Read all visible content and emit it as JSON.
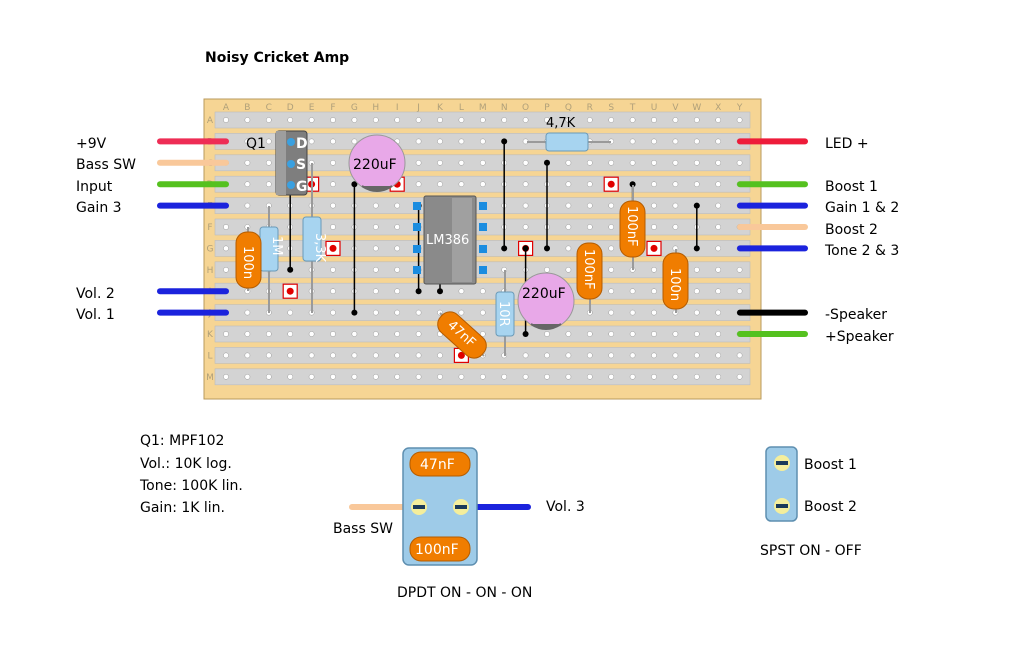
{
  "title": "Noisy Cricket Amp",
  "board": {
    "columns": [
      "A",
      "B",
      "C",
      "D",
      "E",
      "F",
      "G",
      "H",
      "I",
      "J",
      "K",
      "L",
      "M",
      "N",
      "O",
      "P",
      "Q",
      "R",
      "S",
      "T",
      "U",
      "V",
      "W",
      "X",
      "Y"
    ],
    "rows": [
      "A",
      "B",
      "C",
      "D",
      "E",
      "F",
      "G",
      "H",
      "I",
      "J",
      "K",
      "L",
      "M"
    ]
  },
  "left_wires": [
    {
      "label": "+9V",
      "color": "#ee2d55"
    },
    {
      "label": "Bass SW",
      "color": "#f9c89a"
    },
    {
      "label": "Input",
      "color": "#55c11f"
    },
    {
      "label": "Gain 3",
      "color": "#1b23dd"
    },
    {
      "label": "Vol. 2",
      "color": "#1b23dd"
    },
    {
      "label": "Vol. 1",
      "color": "#1b23dd"
    }
  ],
  "right_wires": [
    {
      "label": "LED +",
      "color": "#ee1c3a"
    },
    {
      "label": "Boost 1",
      "color": "#55c11f"
    },
    {
      "label": "Gain 1 & 2",
      "color": "#1b23dd"
    },
    {
      "label": "Boost 2",
      "color": "#f9c89a"
    },
    {
      "label": "Tone 2 & 3",
      "color": "#1b23dd"
    },
    {
      "label": "-Speaker",
      "color": "#000000"
    },
    {
      "label": "+Speaker",
      "color": "#55c11f"
    }
  ],
  "components": {
    "q1_label": "Q1",
    "q1_pins": [
      "D",
      "S",
      "G"
    ],
    "r_4k7": "4,7K",
    "cap_220_a": "220uF",
    "cap_220_b": "220uF",
    "ic": "LM386",
    "r_1m": "1M",
    "r_33k": "3,3K",
    "r_10r": "10R",
    "c_100n_a": "100n",
    "c_47n": "47nF",
    "c_100nf_b": "100nF",
    "c_100nf_c": "100nF",
    "c_100n_d": "100n"
  },
  "notes": [
    "Q1: MPF102",
    "Vol.: 10K log.",
    "Tone: 100K lin.",
    "Gain: 1K lin."
  ],
  "dpdt": {
    "cap_top": "47nF",
    "cap_bottom": "100nF",
    "left_label": "Bass SW",
    "right_label": "Vol. 3",
    "caption": "DPDT ON - ON - ON",
    "left_wire_color": "#f9c89a",
    "right_wire_color": "#1b23dd"
  },
  "spst": {
    "labels": [
      "Boost 1",
      "Boost 2"
    ],
    "caption": "SPST ON - OFF"
  },
  "colors": {
    "board": "#f6d594",
    "strip": "#d3d3d3",
    "cap_orange": "#f07d00",
    "resistor_blue": "#a7d4f0",
    "electrolytic": "#e8a8e8",
    "ic_gray": "#8a8a8a",
    "cut_red": "#e00000"
  }
}
